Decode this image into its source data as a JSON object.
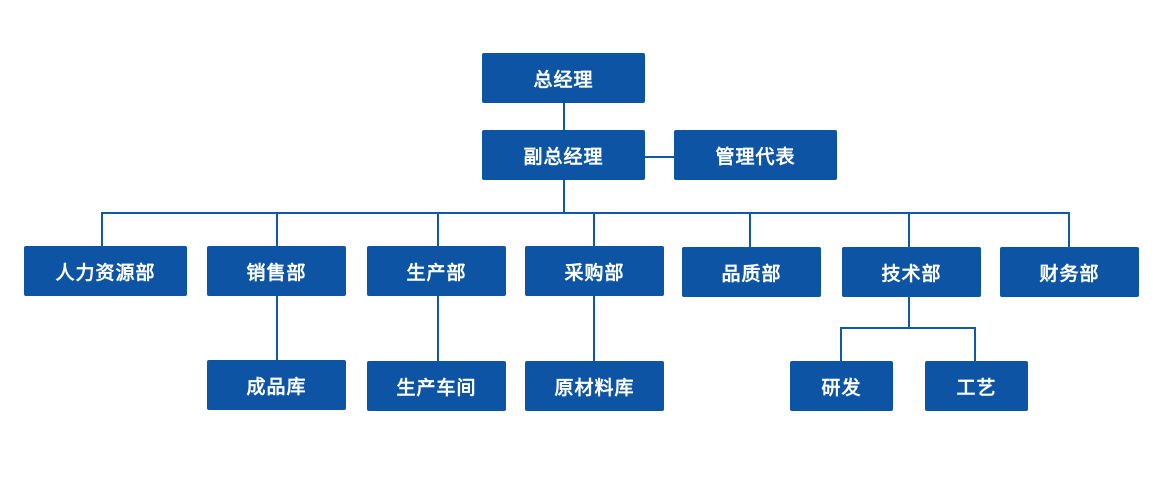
{
  "colors": {
    "node_fill": "#0d55a4",
    "connector": "#0d5aa7",
    "text": "#ffffff",
    "background": "#ffffff"
  },
  "nodes": {
    "general_manager": "总经理",
    "deputy_general_manager": "副总经理",
    "management_representative": "管理代表",
    "hr": "人力资源部",
    "sales": "销售部",
    "production": "生产部",
    "purchasing": "采购部",
    "quality": "品质部",
    "technology": "技术部",
    "finance": "财务部",
    "finished_goods_warehouse": "成品库",
    "production_workshop": "生产车间",
    "raw_material_warehouse": "原材料库",
    "research_development": "研发",
    "process_engineering": "工艺"
  }
}
